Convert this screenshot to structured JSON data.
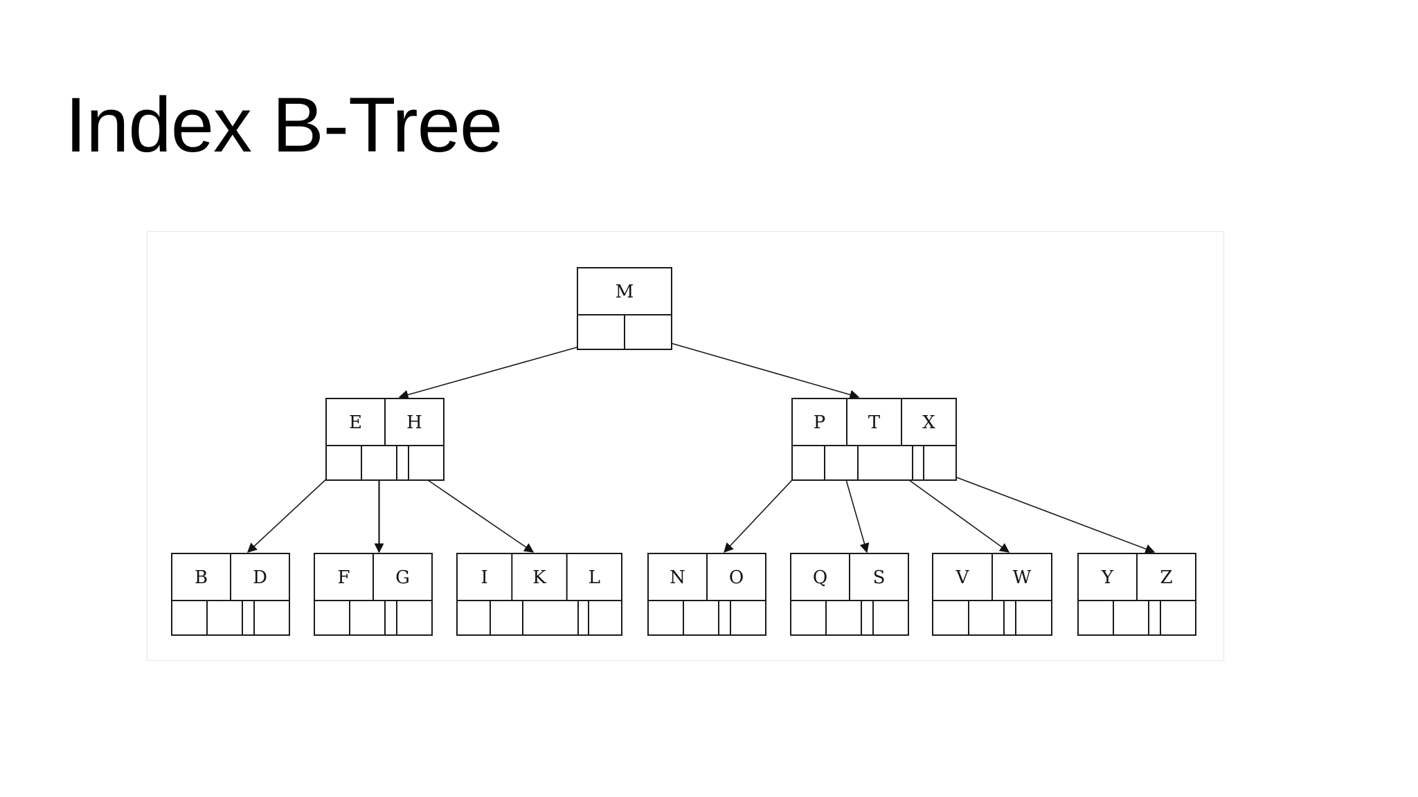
{
  "slide": {
    "title": "Index B-Tree"
  },
  "tree": {
    "root": {
      "keys": [
        "M"
      ],
      "children": [
        {
          "keys": [
            "E",
            "H"
          ],
          "children": [
            {
              "keys": [
                "B",
                "D"
              ]
            },
            {
              "keys": [
                "F",
                "G"
              ]
            },
            {
              "keys": [
                "I",
                "K",
                "L"
              ]
            }
          ]
        },
        {
          "keys": [
            "P",
            "T",
            "X"
          ],
          "children": [
            {
              "keys": [
                "N",
                "O"
              ]
            },
            {
              "keys": [
                "Q",
                "S"
              ]
            },
            {
              "keys": [
                "V",
                "W"
              ]
            },
            {
              "keys": [
                "Y",
                "Z"
              ]
            }
          ]
        }
      ]
    }
  },
  "colors": {
    "line": "#1a1a1a",
    "frame": "#e6e6e6",
    "background": "#ffffff"
  }
}
